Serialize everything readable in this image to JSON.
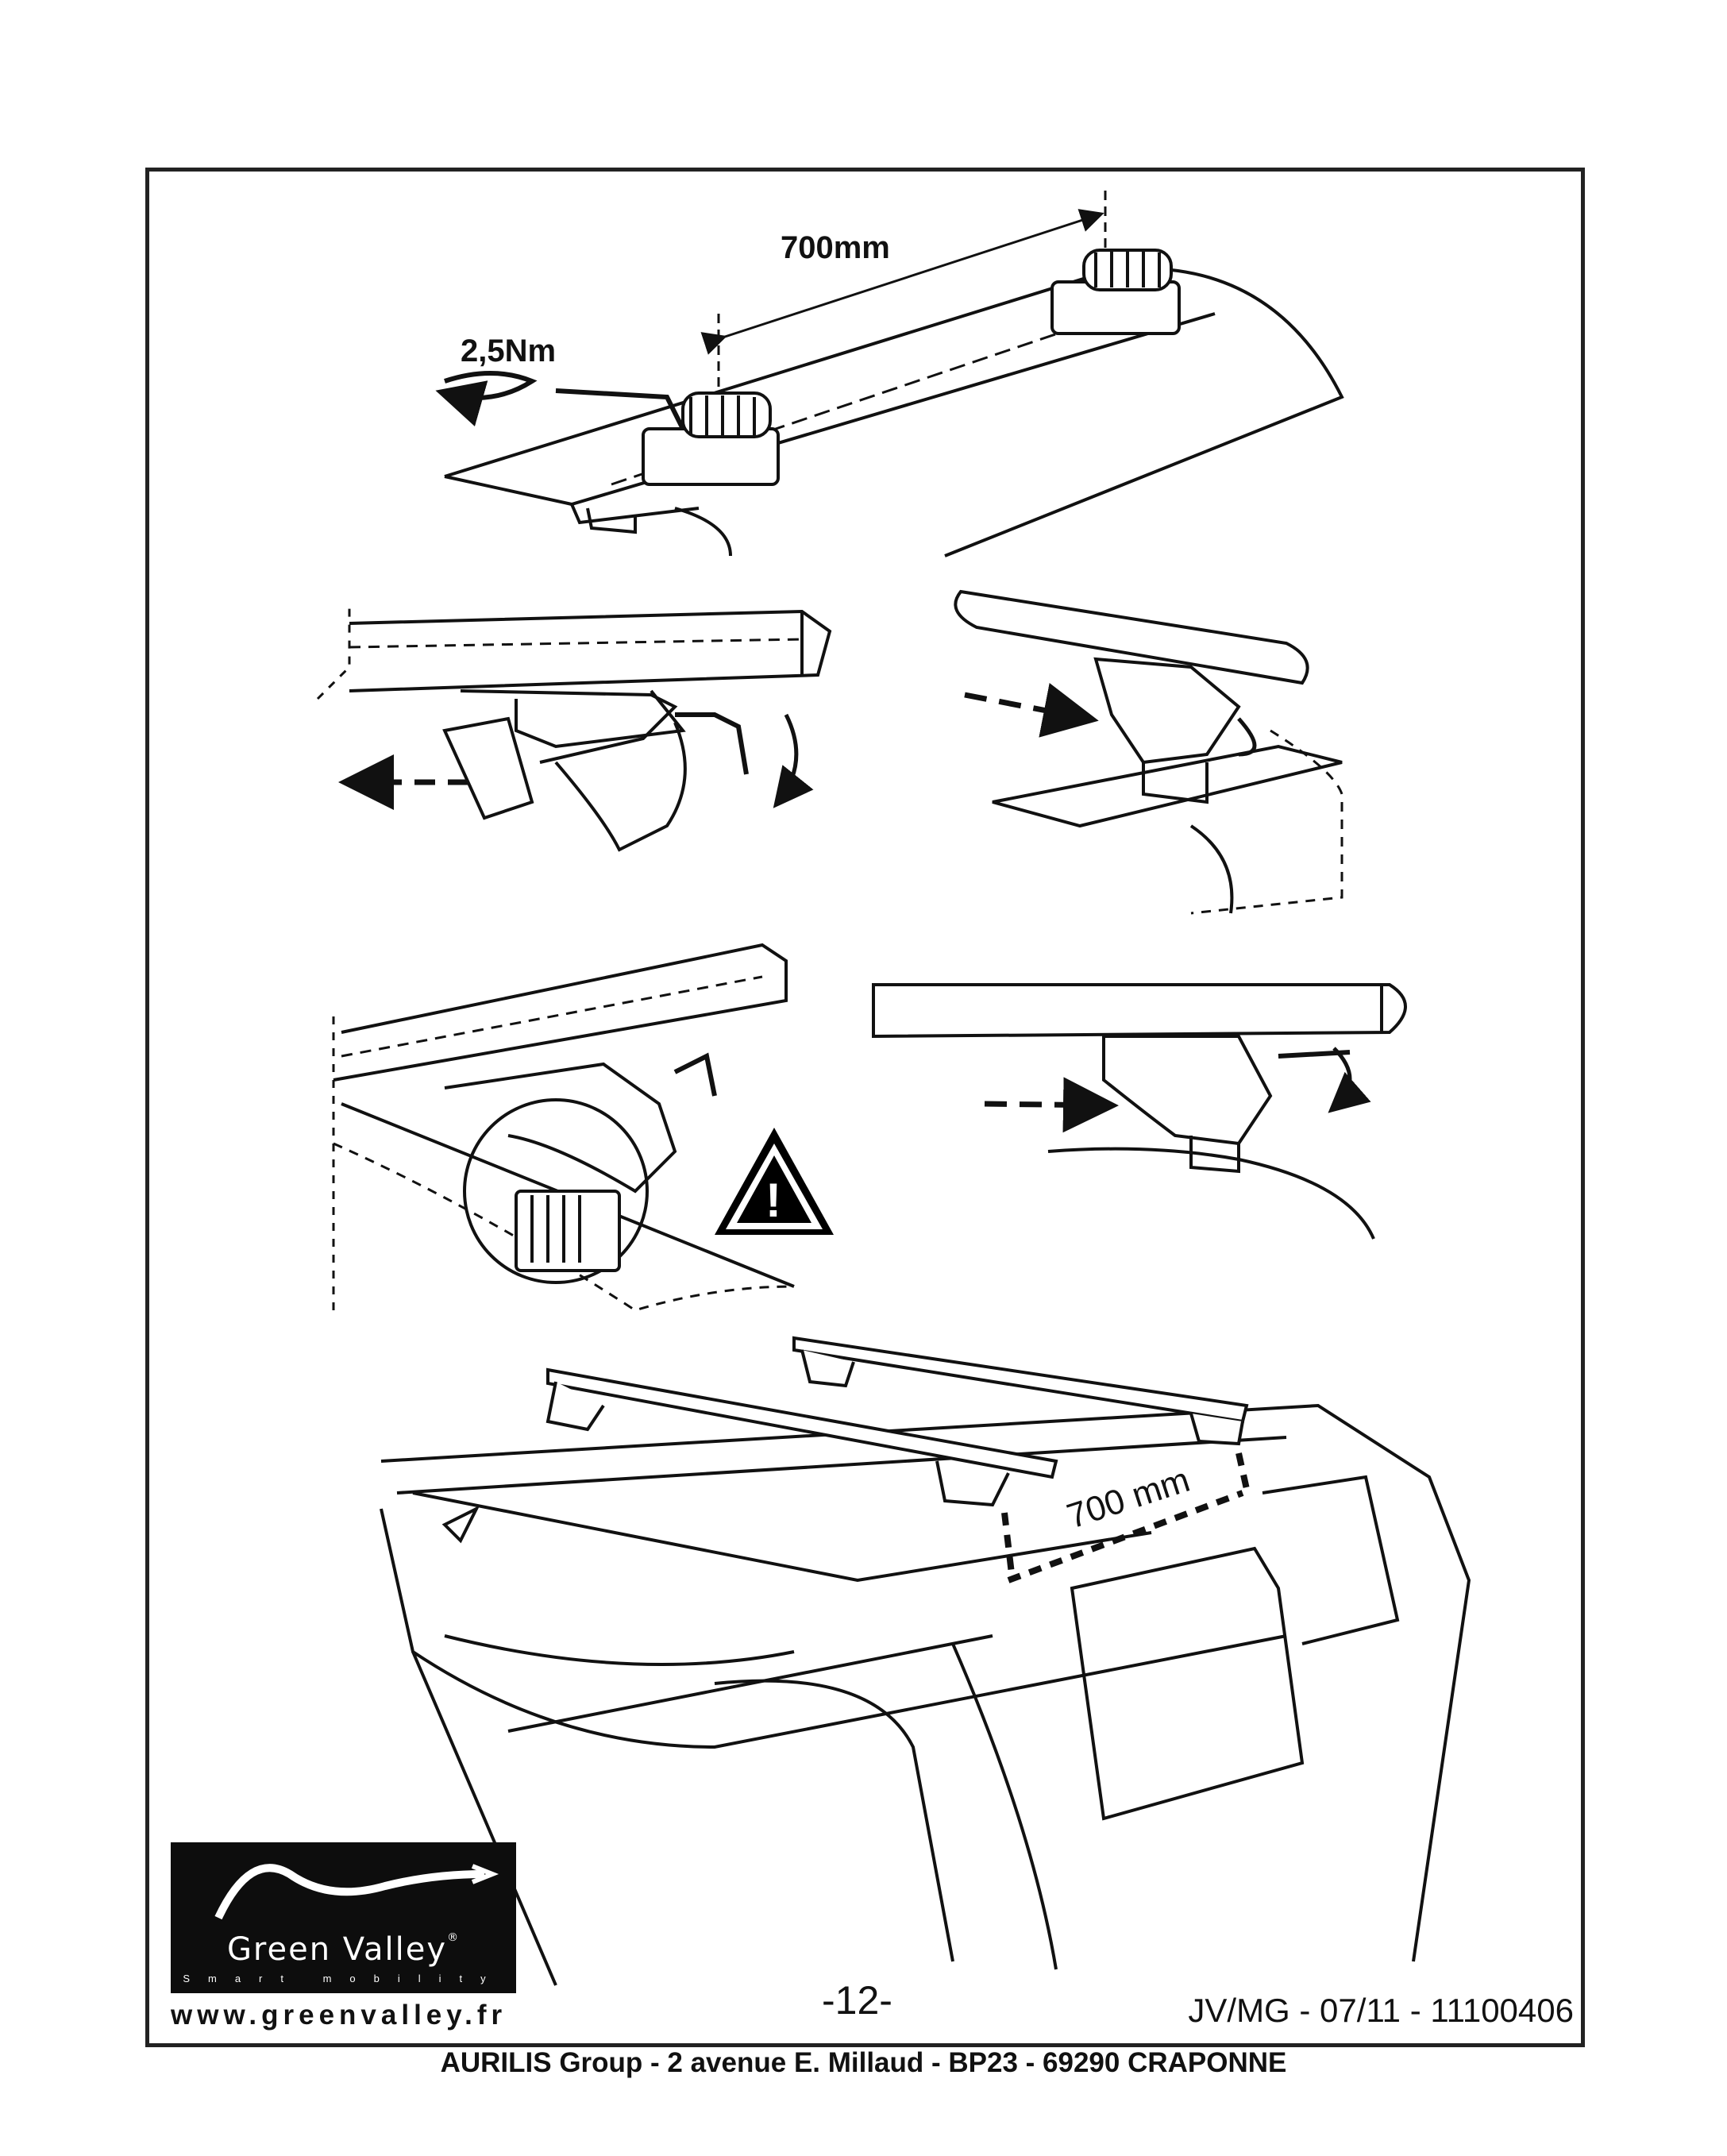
{
  "labels": {
    "distance_top": "700mm",
    "torque": "2,5Nm",
    "distance_car": "700 mm",
    "warning_glyph": "!"
  },
  "logo": {
    "name": "Green Valley",
    "registered": "®",
    "tagline": "Smart mobility"
  },
  "footer": {
    "website": "www.greenvalley.fr",
    "page_number": "-12-",
    "doc_ref": "JV/MG - 07/11 - 11100406",
    "address": "AURILIS Group - 2 avenue E. Millaud - BP23 - 69290 CRAPONNE"
  },
  "colors": {
    "line": "#111111",
    "logo_bg": "#0d0d0d",
    "warning": "#000000"
  },
  "icons": [
    "rotate-arrow-icon",
    "dashed-arrow-icon",
    "warning-icon",
    "allen-key-icon",
    "logo-swoosh-icon"
  ]
}
